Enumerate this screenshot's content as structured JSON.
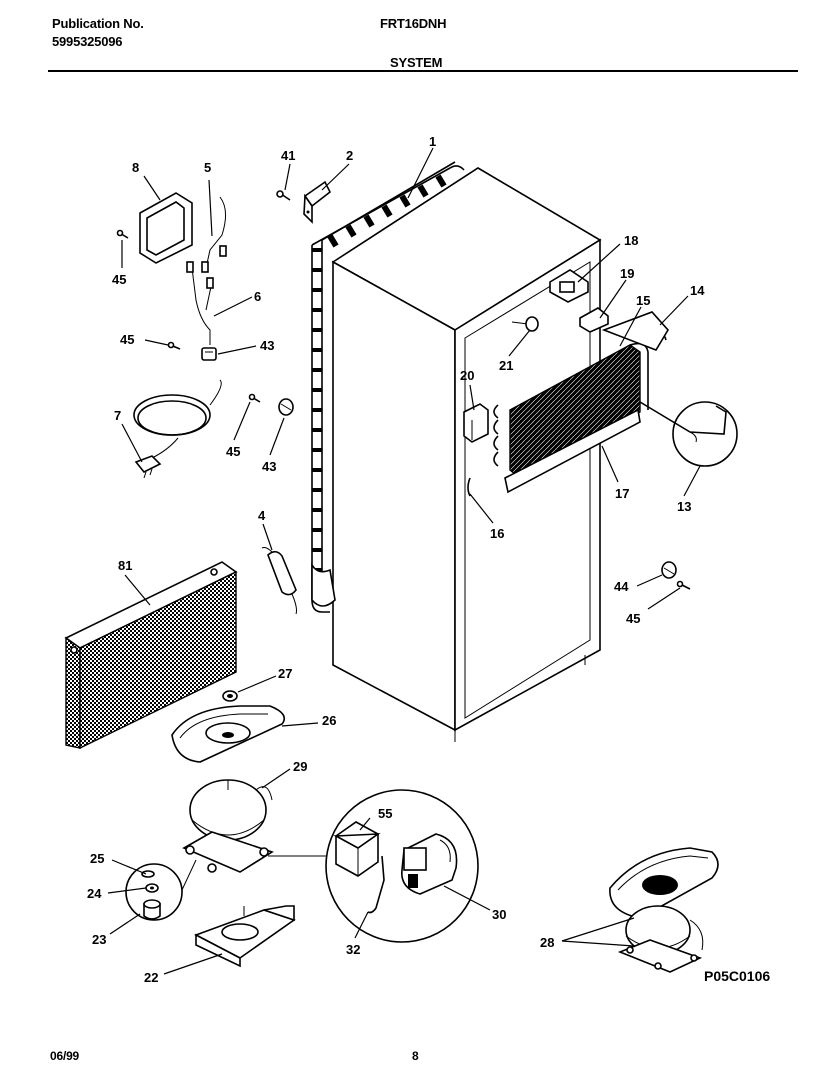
{
  "header": {
    "publication_label": "Publication No.",
    "publication_number": "5995325096",
    "model": "FRT16DNH",
    "section": "SYSTEM"
  },
  "footer": {
    "date": "06/99",
    "page": "8",
    "figure_code": "P05C0106"
  },
  "callouts": [
    "1",
    "2",
    "41",
    "8",
    "5",
    "45",
    "6",
    "45",
    "43",
    "7",
    "45",
    "43",
    "4",
    "81",
    "18",
    "19",
    "15",
    "14",
    "21",
    "20",
    "13",
    "17",
    "16",
    "44",
    "45",
    "27",
    "26",
    "29",
    "55",
    "25",
    "24",
    "23",
    "22",
    "30",
    "32",
    "28"
  ]
}
